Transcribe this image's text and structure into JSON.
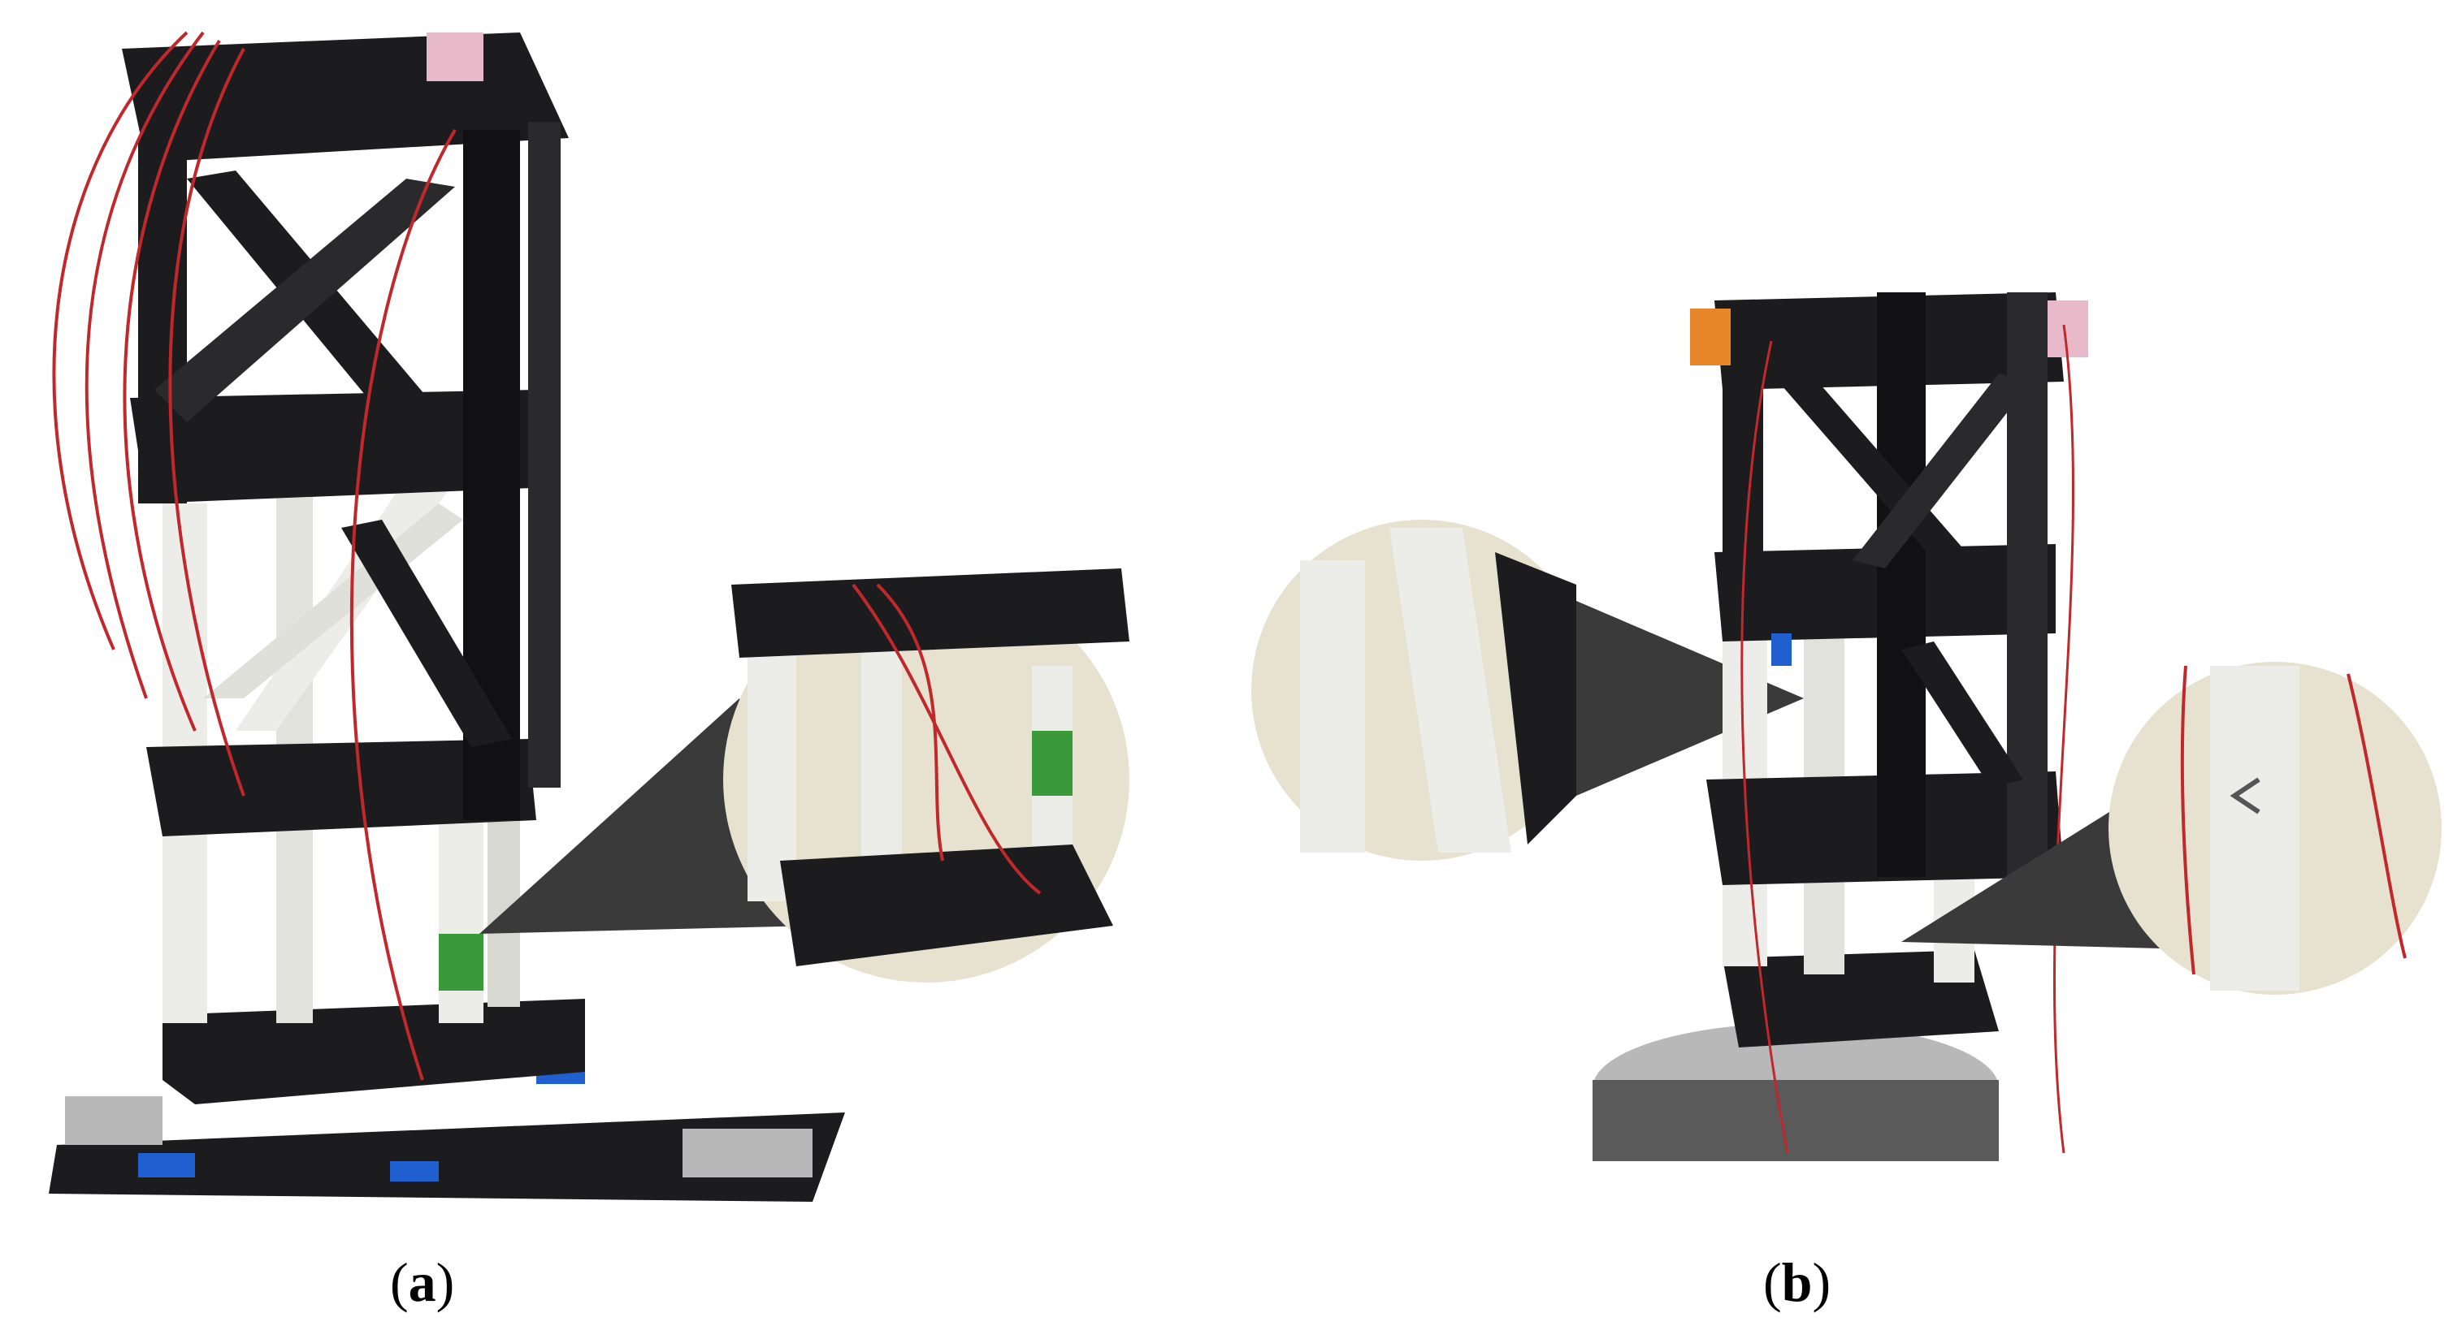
{
  "panels": [
    {
      "id": "a",
      "label": "a",
      "caption_open": "(",
      "caption_close": ")"
    },
    {
      "id": "b",
      "label": "b",
      "caption_open": "(",
      "caption_close": ")"
    }
  ],
  "colors": {
    "frame_black": "#1c1c1e",
    "strut_white": "#ecece8",
    "wire_red": "#c0282c",
    "tape_blue": "#1f5fd0",
    "gauge_green": "#3a9a3a",
    "label_pink": "#e8b9c8",
    "label_orange": "#e8862a",
    "metal_grey": "#b8b8b8",
    "callout_dark": "#3a3a3a",
    "wall_beige": "#e6e2cf"
  }
}
